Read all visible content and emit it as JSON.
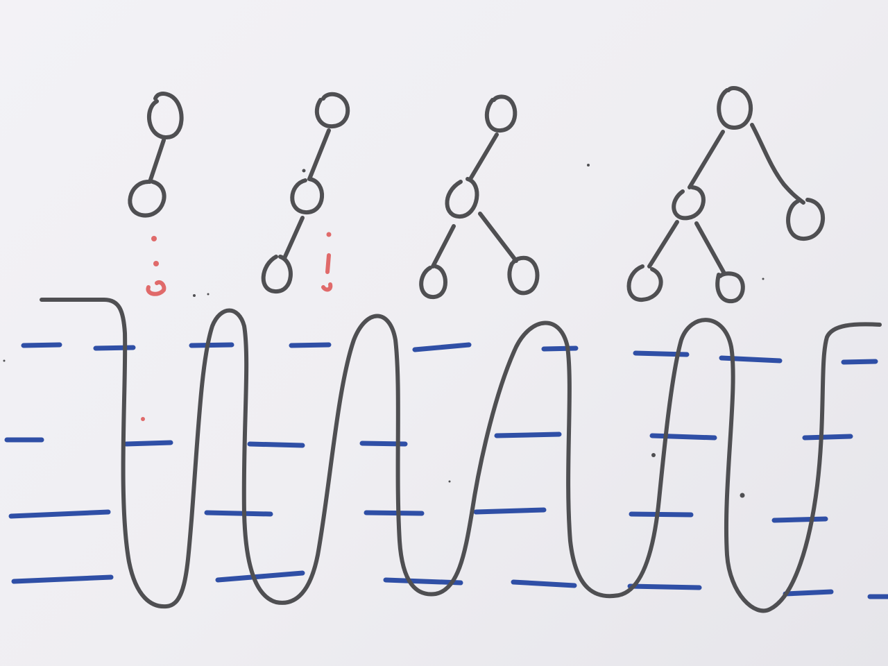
{
  "drawing": {
    "medium": "marker on paper",
    "colors": {
      "paper": "#efeef2",
      "tree_ink": "#4f4f52",
      "wave_ink": "#4f4f52",
      "water_lines": "#2f4fa6",
      "red_marks": "#e06a6a"
    },
    "trees": [
      {
        "name": "tree-1",
        "node_count": 2,
        "red_dotted_marker": true
      },
      {
        "name": "tree-2",
        "node_count": 3,
        "red_dotted_marker": true
      },
      {
        "name": "tree-3",
        "node_count": 4,
        "red_dotted_marker": false
      },
      {
        "name": "tree-4",
        "node_count": 5,
        "red_dotted_marker": false
      }
    ],
    "wave": {
      "loops": 5,
      "style": "continuous serpentine line"
    },
    "water_rows": 4
  }
}
